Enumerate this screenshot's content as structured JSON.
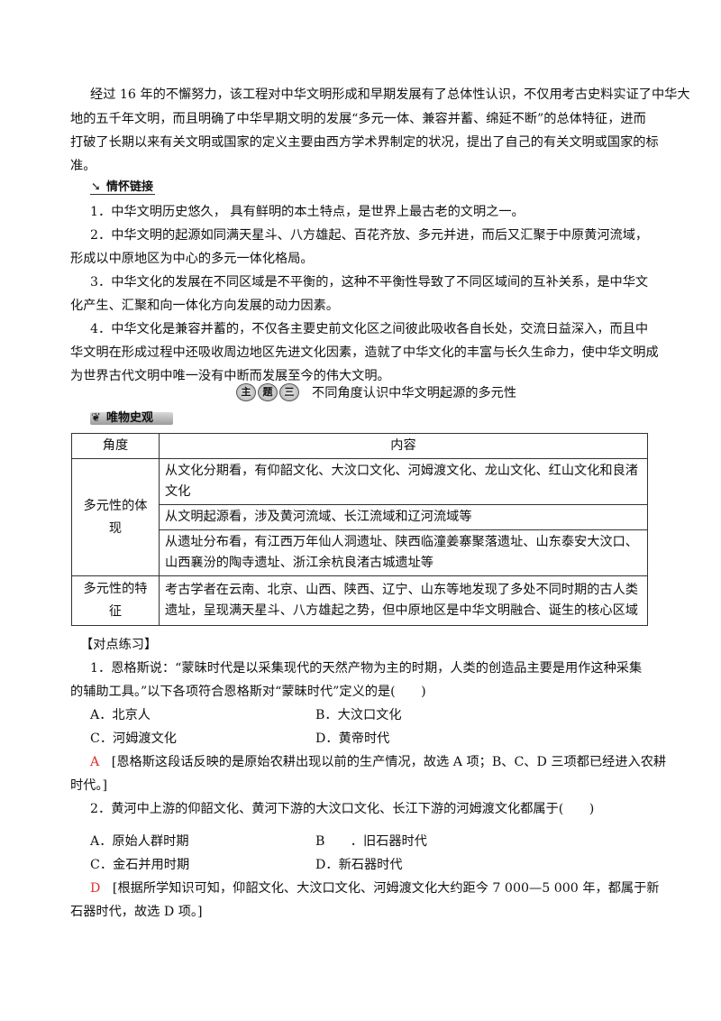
{
  "intro": [
    "经过 16 年的不懈努力，该工程对中华文明形成和早期发展有了总体性认识，不仅用考古史料实证了中华大",
    "地的五千年文明，而且明确了中华早期文明的发展“多元一体、兼容并蓄、绵延不断”的总体特征，进而",
    "打破了长期以来有关文明或国家的定义主要由西方学术界制定的状况，提出了自己的有关文明或国家的标",
    "准。"
  ],
  "section1": {
    "title": "情怀链接",
    "icon": "arrow-icon",
    "lines": [
      "1．中华文明历史悠久，  具有鲜明的本土特点，是世界上最古老的文明之一。",
      "2．中华文明的起源如同满天星斗、八方雄起、百花齐放、多元并进，而后又汇聚于中原黄河流域，",
      "形成以中原地区为中心的多元一体化格局。",
      "3．中华文化的发展在不同区域是不平衡的，这种不平衡性导致了不同区域间的互补关系，是中华文",
      "化产生、汇聚和向一体化方向发展的动力因素。",
      "4．中华文化是兼容并蓄的，不仅各主要史前文化区之间彼此吸收各自长处，交流日益深入，而且中",
      "华文明在形成过程中还吸收周边地区先进文化因素，造就了中华文化的丰富与长久生命力，使中华文明成",
      "为世界古代文明中唯一没有中断而发展至今的伟大文明。"
    ]
  },
  "theme": {
    "badge_chars": [
      "主",
      "题",
      "三"
    ],
    "title": "不同角度认识中华文明起源的多元性"
  },
  "section2": {
    "title": "唯物史观",
    "icon": "leaf-icon"
  },
  "table": {
    "headers": [
      "角度",
      "内容"
    ],
    "row1_label": "多元性的体现",
    "row1_items": [
      [
        "从文化分期看，有仰韶文化、大汶口文化、河姆渡文化、龙山文化、红山文化和良渚",
        "文化"
      ],
      [
        "从文明起源看，涉及黄河流域、长江流域和辽河流域等"
      ],
      [
        "从遗址分布看，有江西万年仙人洞遗址、陕西临潼姜寨聚落遗址、山东泰安大汶口、",
        "山西襄汾的陶寺遗址、浙江余杭良渚古城遗址等"
      ]
    ],
    "row2_label": "多元性的特征",
    "row2_item": [
      "考古学者在云南、北京、山西、陕西、辽宁、山东等地发现了多处不同时期的古人类",
      "遗址，呈现满天星斗、八方雄起之势，但中原地区是中华文明融合、诞生的核心区域"
    ]
  },
  "practice": {
    "heading": "【对点练习】",
    "q1": {
      "stem": [
        "1．恩格斯说：“蒙昧时代是以采集现代的天然产物为主的时期，人类的创造品主要是用作这种采集",
        "的辅助工具。”以下各项符合恩格斯对“蒙昧时代”定义的是(　　)"
      ],
      "options": [
        "A．北京人",
        "B．大汶口文化",
        "C．河姆渡文化",
        "D．黄帝时代"
      ],
      "answer": "A",
      "explanation": [
        "[恩格斯这段话反映的是原始农耕出现以前的生产情况，故选 A 项；B、C、D 三项都已经进入农耕",
        "时代。]"
      ]
    },
    "q2": {
      "stem": "2．黄河中上游的仰韶文化、黄河下游的大汶口文化、长江下游的河姆渡文化都属于(　　)",
      "options": [
        "A．原始人群时期",
        "B　　．旧石器时代",
        "C．金石并用时期",
        "D．新石器时代"
      ],
      "answer": "D",
      "explanation": [
        "[根据所学知识可知，仰韶文化、大汶口文化、河姆渡文化大约距今 7 000—5 000 年，都属于新",
        "石器时代，故选 D 项。]"
      ]
    }
  }
}
